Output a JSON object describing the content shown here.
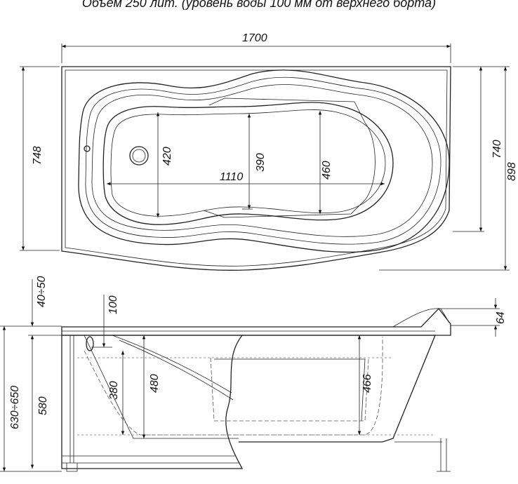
{
  "title": "Объем 250 лит. (уровень воды 100 мм от верхнего борта)",
  "plan_view": {
    "length": "1700",
    "width_left": "748",
    "width_right_inner": "740",
    "width_right_overall": "898",
    "seat_width": "420",
    "middle_width": "390",
    "back_width": "460",
    "inner_length": "1110"
  },
  "side_view": {
    "rim_offset": "40÷50",
    "water_depth_from_rim": "100",
    "total_height": "630÷650",
    "body_height": "580",
    "inner_depth_shallow": "380",
    "inner_depth_deep": "480",
    "depth_back": "466",
    "headrest_rise": "64"
  }
}
